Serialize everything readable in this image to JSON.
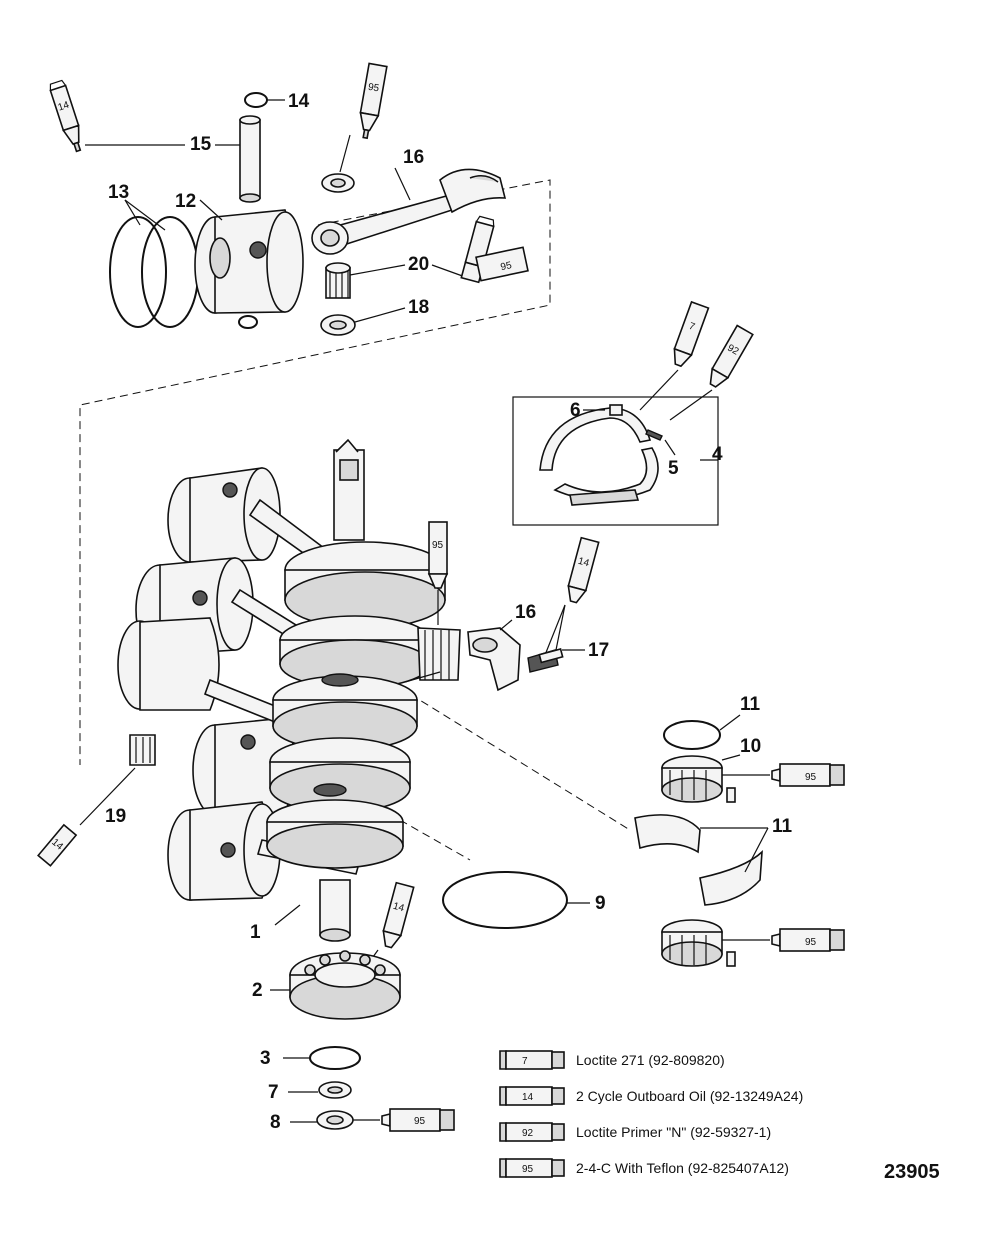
{
  "callouts": {
    "c1": "1",
    "c2": "2",
    "c3": "3",
    "c4": "4",
    "c5": "5",
    "c6": "6",
    "c7a": "7",
    "c8": "8",
    "c9": "9",
    "c10": "10",
    "c11a": "11",
    "c11b": "11",
    "c12": "12",
    "c13": "13",
    "c14": "14",
    "c15": "15",
    "c16a": "16",
    "c16b": "16",
    "c17": "17",
    "c18": "18",
    "c19": "19",
    "c20": "20"
  },
  "tubes": {
    "t14a": "14",
    "t95a": "95",
    "t95b": "95",
    "t7": "7",
    "t92": "92",
    "t95c": "95",
    "t14b": "14",
    "t95d": "95",
    "t95e": "95",
    "t14c": "14",
    "t95f": "95",
    "t19": "14"
  },
  "legend": [
    {
      "code": "7",
      "text": "Loctite 271 (92-809820)"
    },
    {
      "code": "14",
      "text": "2 Cycle Outboard Oil (92-13249A24)"
    },
    {
      "code": "92",
      "text": "Loctite Primer \"N\" (92-59327-1)"
    },
    {
      "code": "95",
      "text": "2-4-C  With Teflon (92-825407A12)"
    }
  ],
  "drawing_number": "23905"
}
